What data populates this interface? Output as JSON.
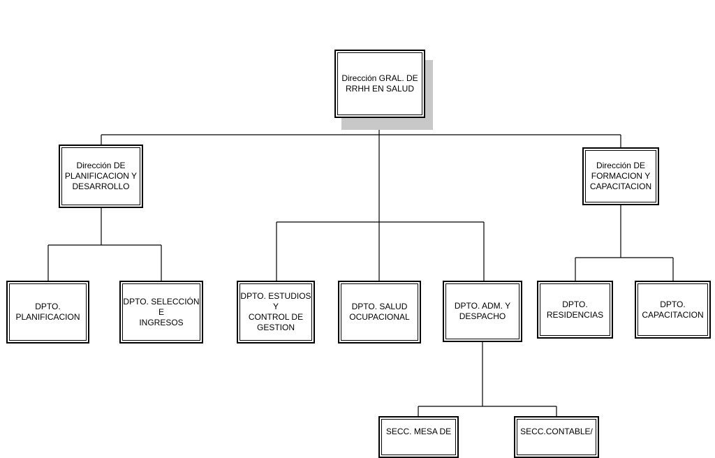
{
  "org_chart": {
    "root": {
      "label": "Dirección GRAL. DE\nRRHH EN SALUD"
    },
    "dir_planificacion": {
      "label": "Dirección DE\nPLANIFICACION Y\nDESARROLLO"
    },
    "dir_formacion": {
      "label": "Dirección DE\nFORMACION Y\nCAPACITACION"
    },
    "dpto_planificacion": {
      "label": "DPTO. PLANIFICACION"
    },
    "dpto_seleccion": {
      "label": "DPTO. SELECCIÓN E\nINGRESOS"
    },
    "dpto_estudios": {
      "label": "DPTO. ESTUDIOS Y\nCONTROL DE\nGESTION"
    },
    "dpto_salud": {
      "label": "DPTO. SALUD\nOCUPACIONAL"
    },
    "dpto_adm": {
      "label": "DPTO. ADM. Y\nDESPACHO"
    },
    "dpto_residencias": {
      "label": "DPTO.\nRESIDENCIAS"
    },
    "dpto_capacitacion": {
      "label": "DPTO.\nCAPACITACION"
    },
    "secc_mesa": {
      "label": "SECC. MESA DE"
    },
    "secc_contable": {
      "label": "SECC.CONTABLE/"
    }
  }
}
